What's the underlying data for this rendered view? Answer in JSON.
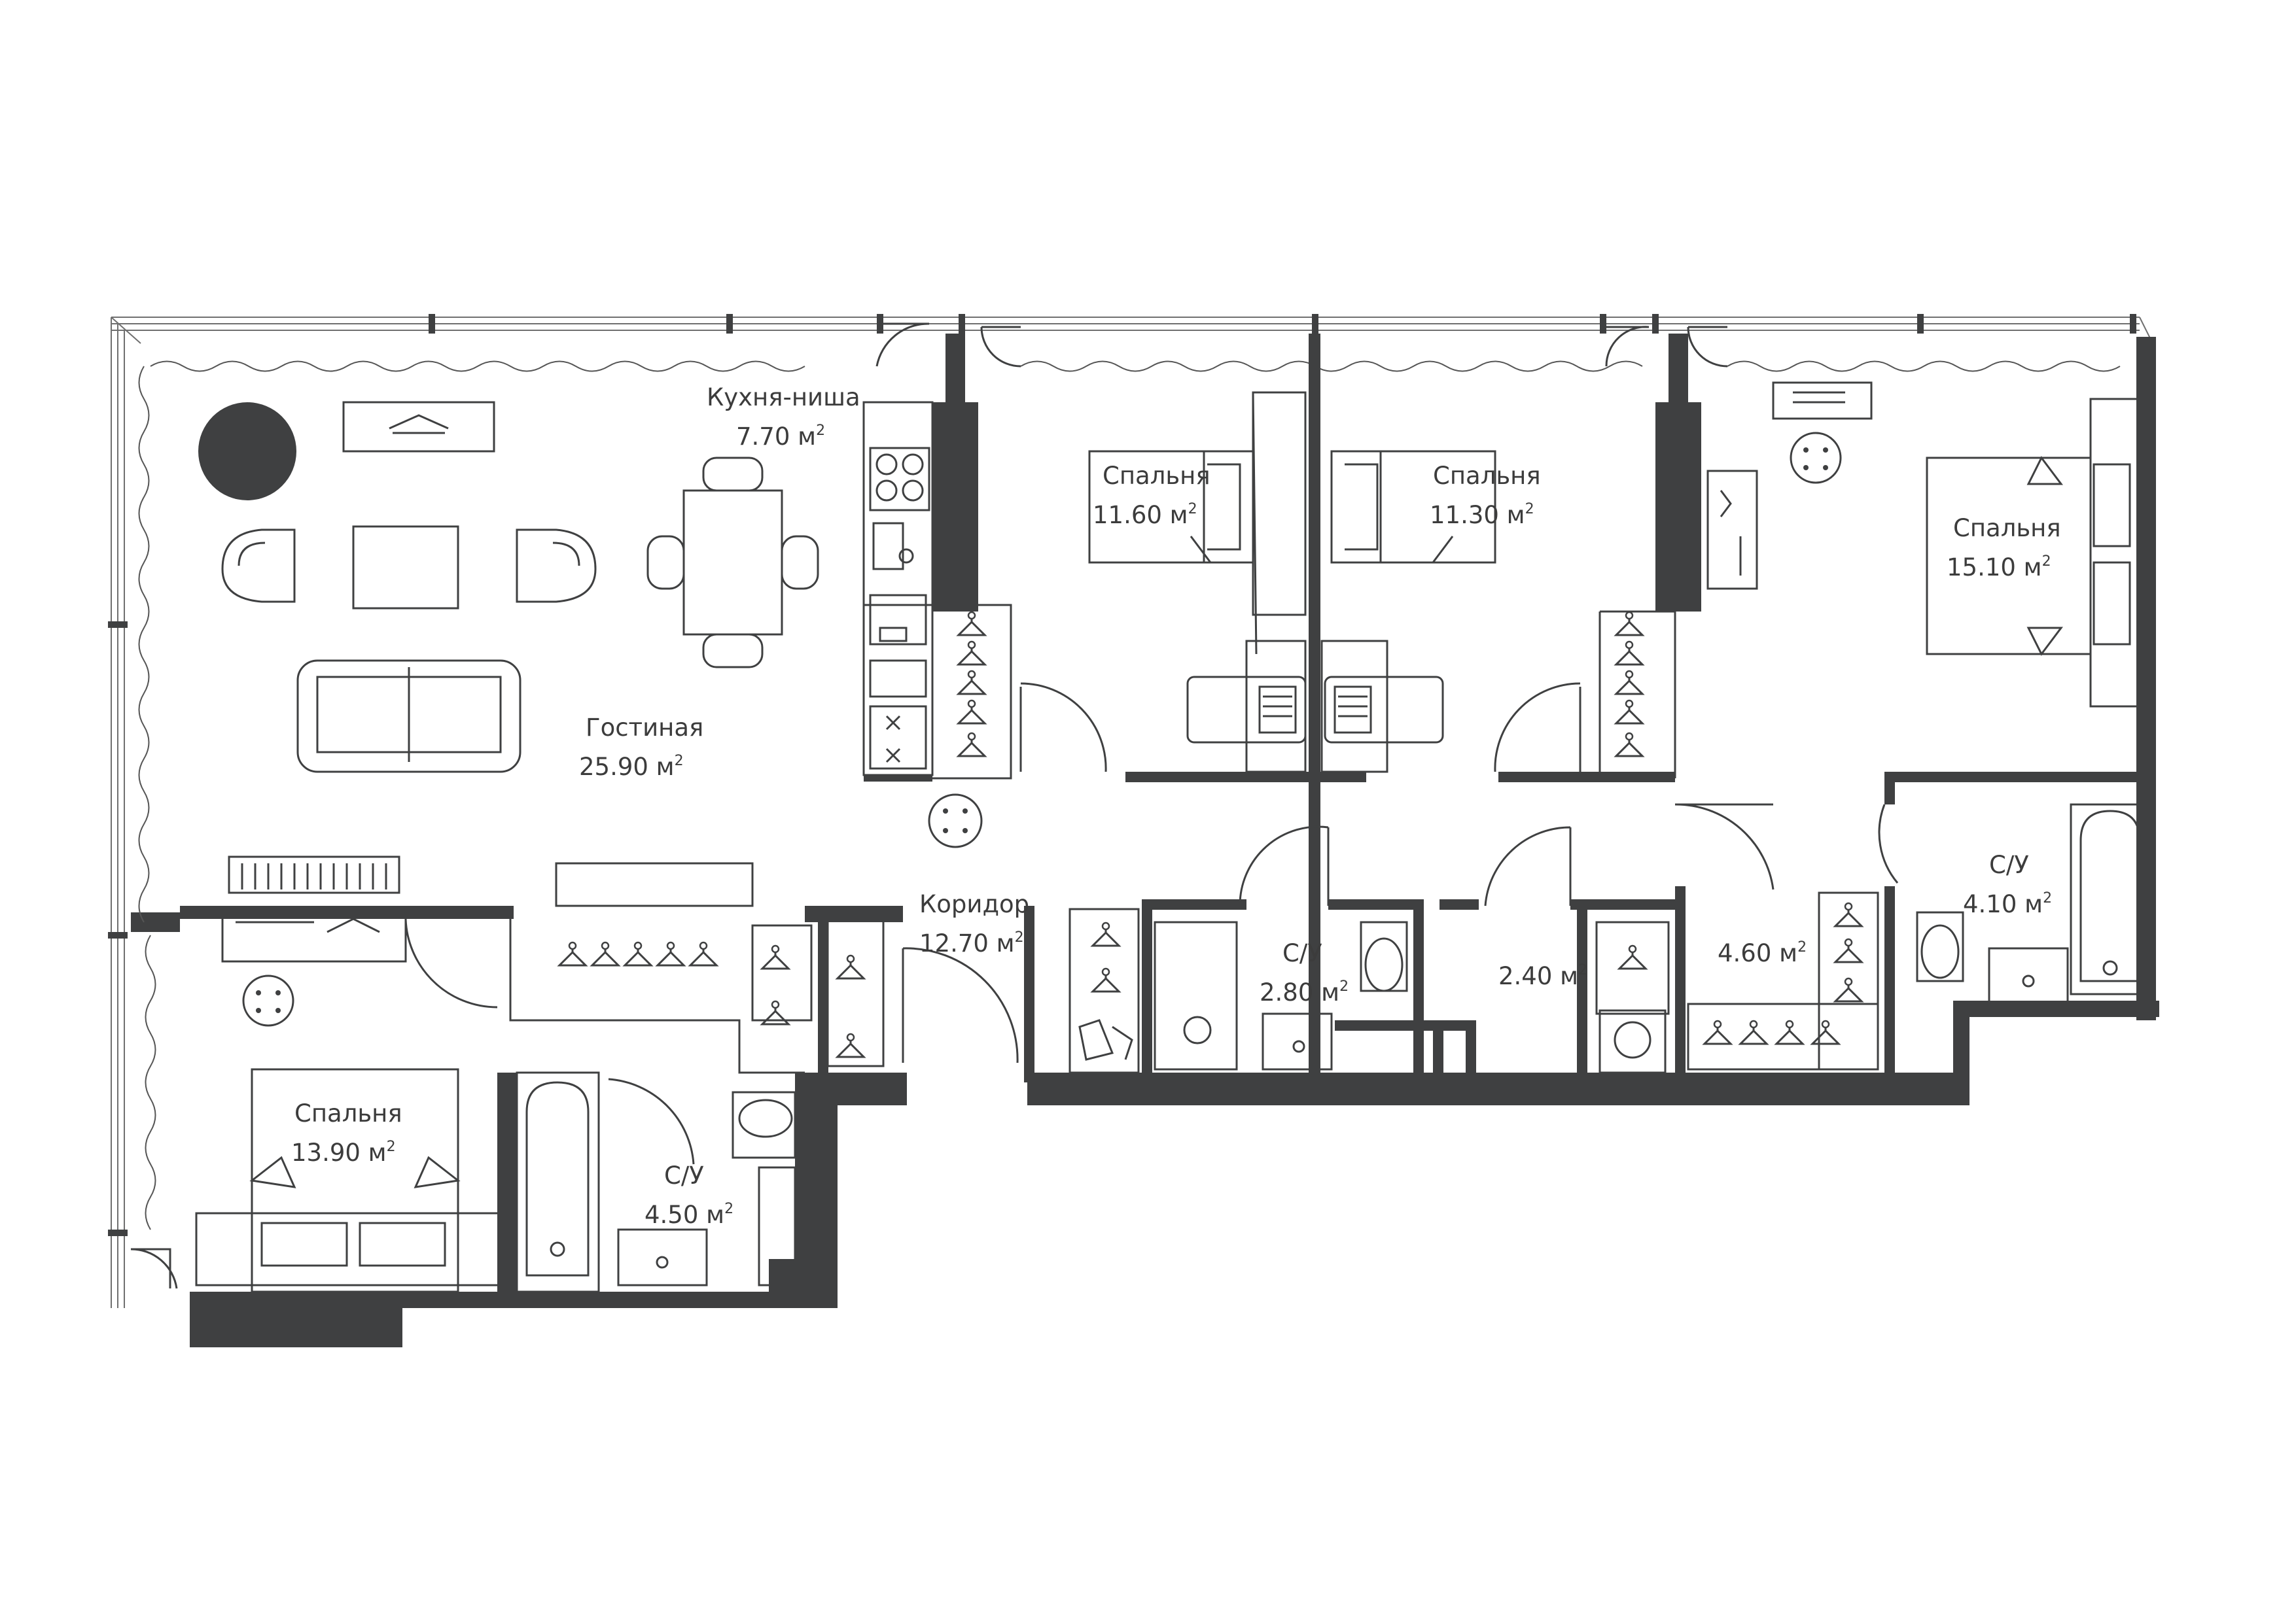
{
  "plan": {
    "rooms": [
      {
        "id": "kitchen",
        "name": "Кухня-ниша",
        "area": "7.70 м",
        "sup": "2"
      },
      {
        "id": "living",
        "name": "Гостиная",
        "area": "25.90 м",
        "sup": "2"
      },
      {
        "id": "bedroom1",
        "name": "Спальня",
        "area": "11.60 м",
        "sup": "2"
      },
      {
        "id": "bedroom2",
        "name": "Спальня",
        "area": "11.30 м",
        "sup": "2"
      },
      {
        "id": "bedroom3",
        "name": "Спальня",
        "area": "15.10 м",
        "sup": "2"
      },
      {
        "id": "bedroom4",
        "name": "Спальня",
        "area": "13.90 м",
        "sup": "2"
      },
      {
        "id": "corridor",
        "name": "Коридор",
        "area": "12.70 м",
        "sup": "2"
      },
      {
        "id": "bath1",
        "name": "С/У",
        "area": "2.80 м",
        "sup": "2"
      },
      {
        "id": "bath2",
        "name": "С/У",
        "area": "4.10 м",
        "sup": "2"
      },
      {
        "id": "bath3",
        "name": "С/У",
        "area": "4.50 м",
        "sup": "2"
      },
      {
        "id": "storage1",
        "name": "",
        "area": "2.40 м",
        "sup": "2"
      },
      {
        "id": "storage2",
        "name": "",
        "area": "4.60 м",
        "sup": "2"
      }
    ]
  },
  "colors": {
    "wall": "#3f4041",
    "line": "#3f4041",
    "text": "#3c3c3c",
    "background": "#ffffff"
  },
  "icons": [
    "round-table-icon",
    "sofa-icon",
    "armchair-icon",
    "dining-table-icon",
    "bed-icon",
    "desk-icon",
    "bathtub-icon",
    "toilet-icon",
    "sink-icon",
    "shower-icon",
    "washing-machine-icon",
    "stove-icon",
    "wardrobe-hanger-icon",
    "door-swing-icon"
  ]
}
